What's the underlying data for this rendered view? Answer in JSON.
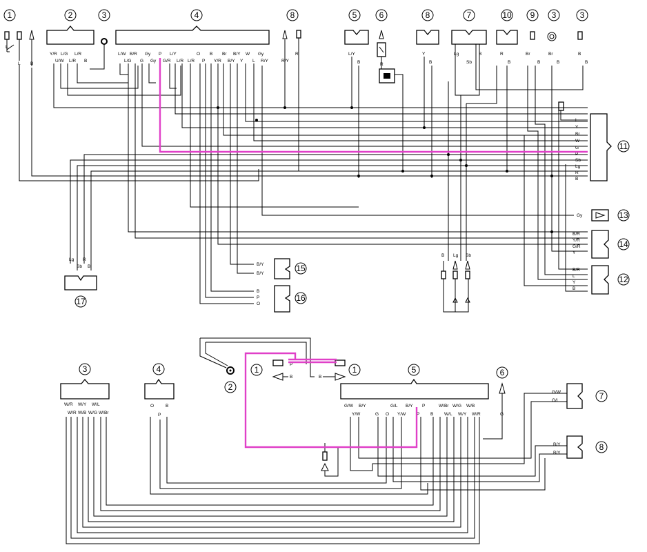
{
  "colors": {
    "wire": "#000000",
    "highlight": "#e040c8"
  },
  "top": {
    "callouts": [
      "1",
      "2",
      "3",
      "4",
      "8",
      "5",
      "6",
      "8",
      "7",
      "10",
      "9",
      "3",
      "3",
      "11",
      "13",
      "14",
      "15",
      "16",
      "12",
      "17"
    ],
    "c2_pins": [
      "Y/R",
      "L/G",
      "L/R",
      "U/W",
      "L/R",
      "B"
    ],
    "c4_pins_top": [
      "L/W",
      "B/R",
      "Gy",
      "P",
      "L/Y",
      "O",
      "B",
      "Br",
      "B/Y",
      "W",
      "Gy"
    ],
    "c4_pins_bot": [
      "L/G",
      "G",
      "Gy",
      "G/R",
      "L/R",
      "L/R",
      "P",
      "Y/R",
      "B/Y",
      "Y",
      "L",
      "R/Y"
    ],
    "misc_labels": [
      "L",
      "L",
      "B",
      "R/Y",
      "R",
      "L/Y",
      "B",
      "R",
      "Y",
      "B",
      "Lg",
      "B",
      "Sb",
      "R",
      "B",
      "Br",
      "B",
      "Br",
      "B",
      "B",
      "B"
    ],
    "c11_wires": [
      "L",
      "Y",
      "Br",
      "W",
      "G",
      "P",
      "Sb",
      "Lg",
      "R",
      "B"
    ],
    "c13_wires": [
      "Gy"
    ],
    "c14_wires": [
      "B/R",
      "Y/R",
      "G/R",
      "Y"
    ],
    "c12_wires": [
      "B/R",
      "L",
      "Y",
      "B"
    ],
    "c15_wires": [
      "B/Y",
      "B/Y"
    ],
    "c16_wires": [
      "B",
      "P",
      "O"
    ],
    "c17_wires": [
      "Lg",
      "R",
      "Sb",
      "B"
    ],
    "bottom_wires": [
      "B",
      "Lg",
      "Sb"
    ]
  },
  "bottom": {
    "callouts": [
      "3",
      "4",
      "2",
      "1",
      "1",
      "5",
      "6",
      "7",
      "8"
    ],
    "c3_pins_top": [
      "W/R",
      "W/Y",
      "W/L"
    ],
    "c3_pins_bot": [
      "W/R",
      "W/B",
      "W/G",
      "W/Br"
    ],
    "c4_pins": [
      "O",
      "B",
      "P"
    ],
    "c1_labels": [
      "P",
      "B",
      "B"
    ],
    "c5_pins_top": [
      "G/W",
      "B/Y",
      "G/L",
      "B/Y",
      "P",
      "W/G",
      "W/B"
    ],
    "c5_pins_bot": [
      "Y/W",
      "G",
      "O",
      "Y/W",
      "P",
      "B",
      "W/Br",
      "W/L",
      "W/Y",
      "W/R"
    ],
    "c6_label": "G",
    "c7_wires": [
      "G/W",
      "G/L"
    ],
    "c8_wires": [
      "B/Y",
      "B/Y"
    ]
  }
}
